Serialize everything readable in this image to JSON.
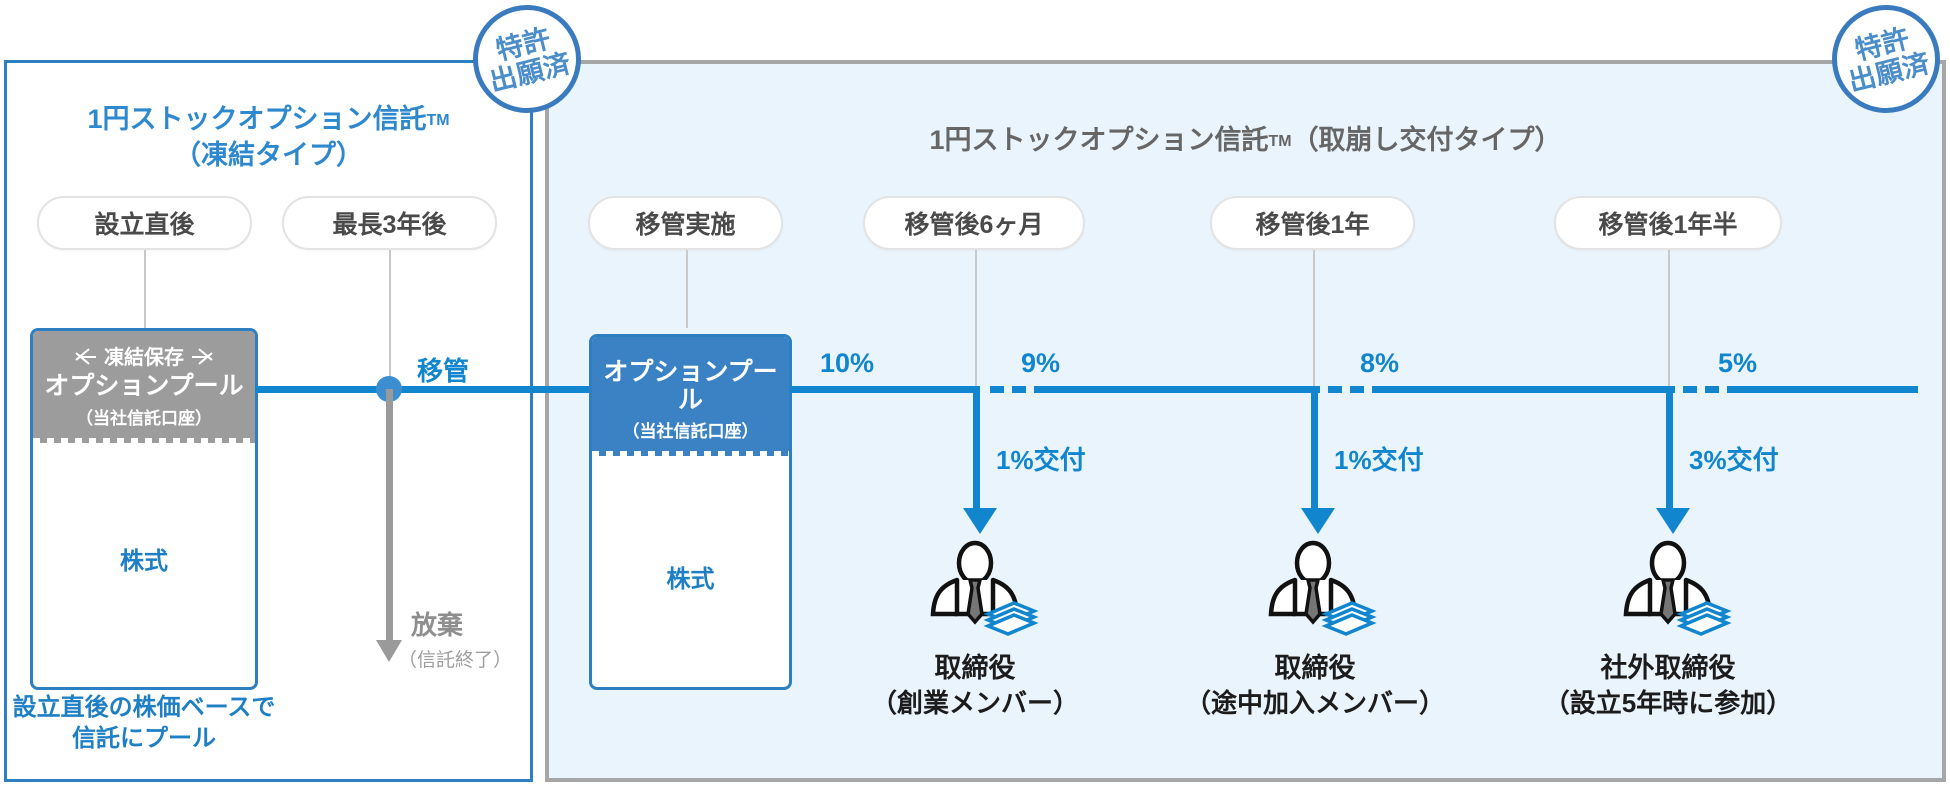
{
  "colors": {
    "accent_blue": "#1186cf",
    "panel_border_blue": "#2e7fc1",
    "panel_right_bg": "#eaf4fc",
    "grey": "#9a9a9a",
    "pool_head_grey": "#9c9c9c",
    "pool_head_blue": "#3b82c4"
  },
  "badges": {
    "left": {
      "line1": "特許",
      "line2": "出願済"
    },
    "right": {
      "line1": "特許",
      "line2": "出願済"
    }
  },
  "left_panel": {
    "title_line1": "1円ストックオプション信託",
    "title_tm": "TM",
    "title_line2": "（凍結タイプ）",
    "pills": [
      {
        "label": "設立直後"
      },
      {
        "label": "最長3年後"
      }
    ],
    "pool": {
      "tag": "凍結保存",
      "title": "オプションプール",
      "sub": "（当社信託口座）",
      "body": "株式"
    },
    "transfer_label": "移管",
    "abandon_label": "放棄",
    "abandon_sub": "（信託終了）",
    "footnote_line1": "設立直後の株価ベースで",
    "footnote_line2": "信託にプール"
  },
  "right_panel": {
    "title_line1": "1円ストックオプション信託",
    "title_tm": "TM",
    "title_line2": "（取崩し交付タイプ）",
    "pills": [
      {
        "label": "移管実施"
      },
      {
        "label": "移管後6ヶ月"
      },
      {
        "label": "移管後1年"
      },
      {
        "label": "移管後1年半"
      }
    ],
    "pool": {
      "title": "オプションプール",
      "sub": "（当社信託口座）",
      "body": "株式"
    },
    "remaining": [
      {
        "value": "10%"
      },
      {
        "value": "9%"
      },
      {
        "value": "8%"
      },
      {
        "value": "5%"
      }
    ],
    "grants": [
      {
        "value": "1%交付"
      },
      {
        "value": "1%交付"
      },
      {
        "value": "3%交付"
      }
    ],
    "recipients": [
      {
        "title": "取締役",
        "sub": "（創業メンバー）"
      },
      {
        "title": "取締役",
        "sub": "（途中加入メンバー）"
      },
      {
        "title": "社外取締役",
        "sub": "（設立5年時に参加）"
      }
    ]
  },
  "icons": {
    "person": "person-with-cash-icon",
    "arrow_right": "arrow-right-icon",
    "arrow_down": "arrow-down-icon",
    "abandon_arrow": "arrow-down-grey-icon"
  }
}
